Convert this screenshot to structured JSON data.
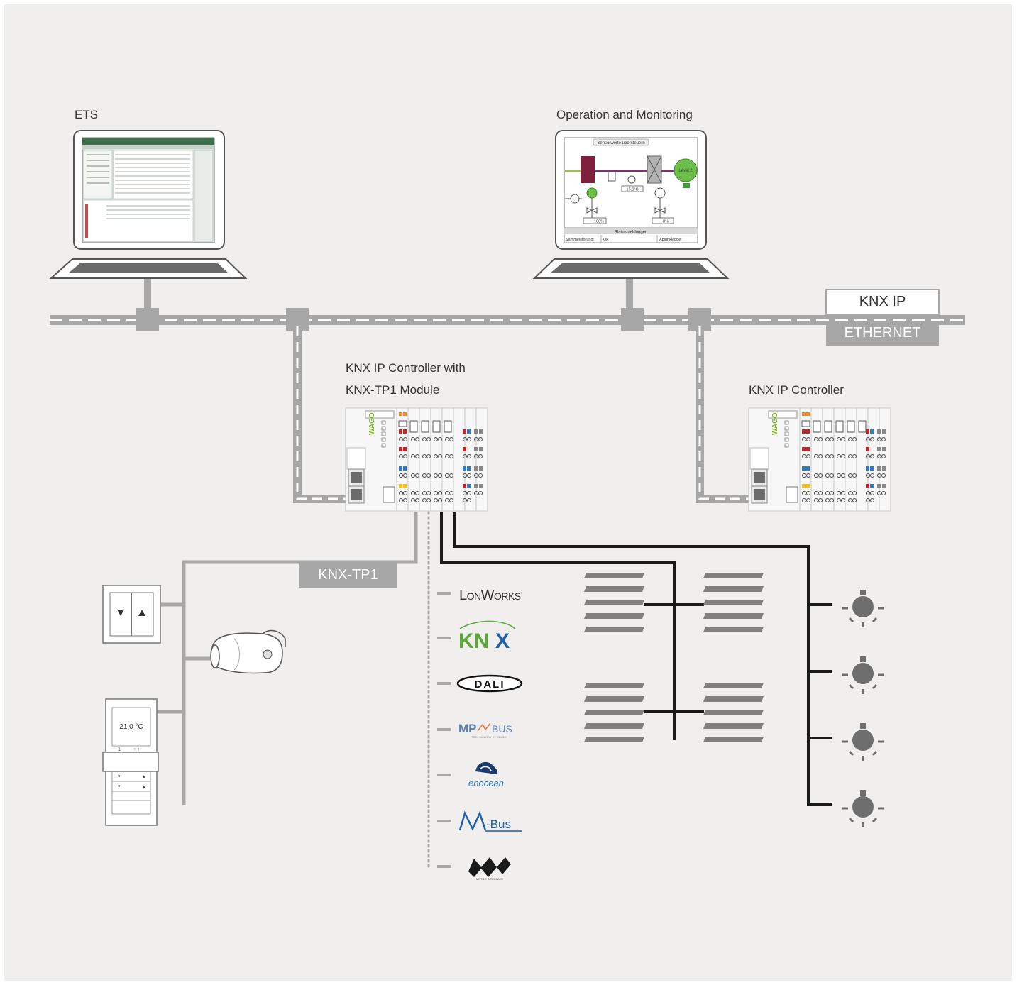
{
  "labels": {
    "ets": "ETS",
    "operation": "Operation and Monitoring",
    "controller_tp1_line1": "KNX IP Controller with",
    "controller_tp1_line2": "KNX-TP1 Module",
    "controller_ip": "KNX IP Controller"
  },
  "network": {
    "knx_ip": "KNX IP",
    "ethernet": "ETHERNET",
    "knx_tp1": "KNX-TP1"
  },
  "hmi_screen": {
    "title": "Sensorwerte übersteuern",
    "level": "Level 2",
    "temp": "15.8°C",
    "valve1": "100%",
    "valve2": "0%",
    "status_header": "Statusmeldungen",
    "status_left": "Sammelstörung:",
    "status_ok": "Ok",
    "status_right": "Abluftklappe:"
  },
  "thermostat": {
    "temperature": "21,0 °C"
  },
  "protocols": [
    {
      "name": "LONWORKS"
    },
    {
      "name": "KNX"
    },
    {
      "name": "DALI"
    },
    {
      "name": "MP BUS"
    },
    {
      "name": "enocean"
    },
    {
      "name": "M-Bus"
    },
    {
      "name": "SMI"
    }
  ],
  "colors": {
    "background": "#f0efee",
    "network_gray": "#a7a7a7",
    "bus_black": "#1a1a1a",
    "wago_green": "#7ab51d",
    "knx_green": "#5ba837",
    "knx_blue": "#1f5fa8"
  }
}
